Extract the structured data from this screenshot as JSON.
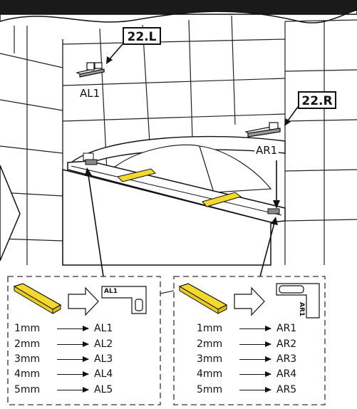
{
  "callouts": {
    "left": "22.L",
    "right": "22.R"
  },
  "part_labels": {
    "left": "AL1",
    "right": "AR1"
  },
  "left_panel": {
    "part_tag": "AL1",
    "rows": [
      {
        "thickness": "1mm",
        "part": "AL1"
      },
      {
        "thickness": "2mm",
        "part": "AL2"
      },
      {
        "thickness": "3mm",
        "part": "AL3"
      },
      {
        "thickness": "4mm",
        "part": "AL4"
      },
      {
        "thickness": "5mm",
        "part": "AL5"
      }
    ]
  },
  "right_panel": {
    "part_tag": "AR1",
    "rows": [
      {
        "thickness": "1mm",
        "part": "AR1"
      },
      {
        "thickness": "2mm",
        "part": "AR2"
      },
      {
        "thickness": "3mm",
        "part": "AR3"
      },
      {
        "thickness": "4mm",
        "part": "AR4"
      },
      {
        "thickness": "5mm",
        "part": "AR5"
      }
    ]
  },
  "colors": {
    "spacer": "#f2d92c",
    "line": "#111111",
    "background": "#ffffff"
  }
}
